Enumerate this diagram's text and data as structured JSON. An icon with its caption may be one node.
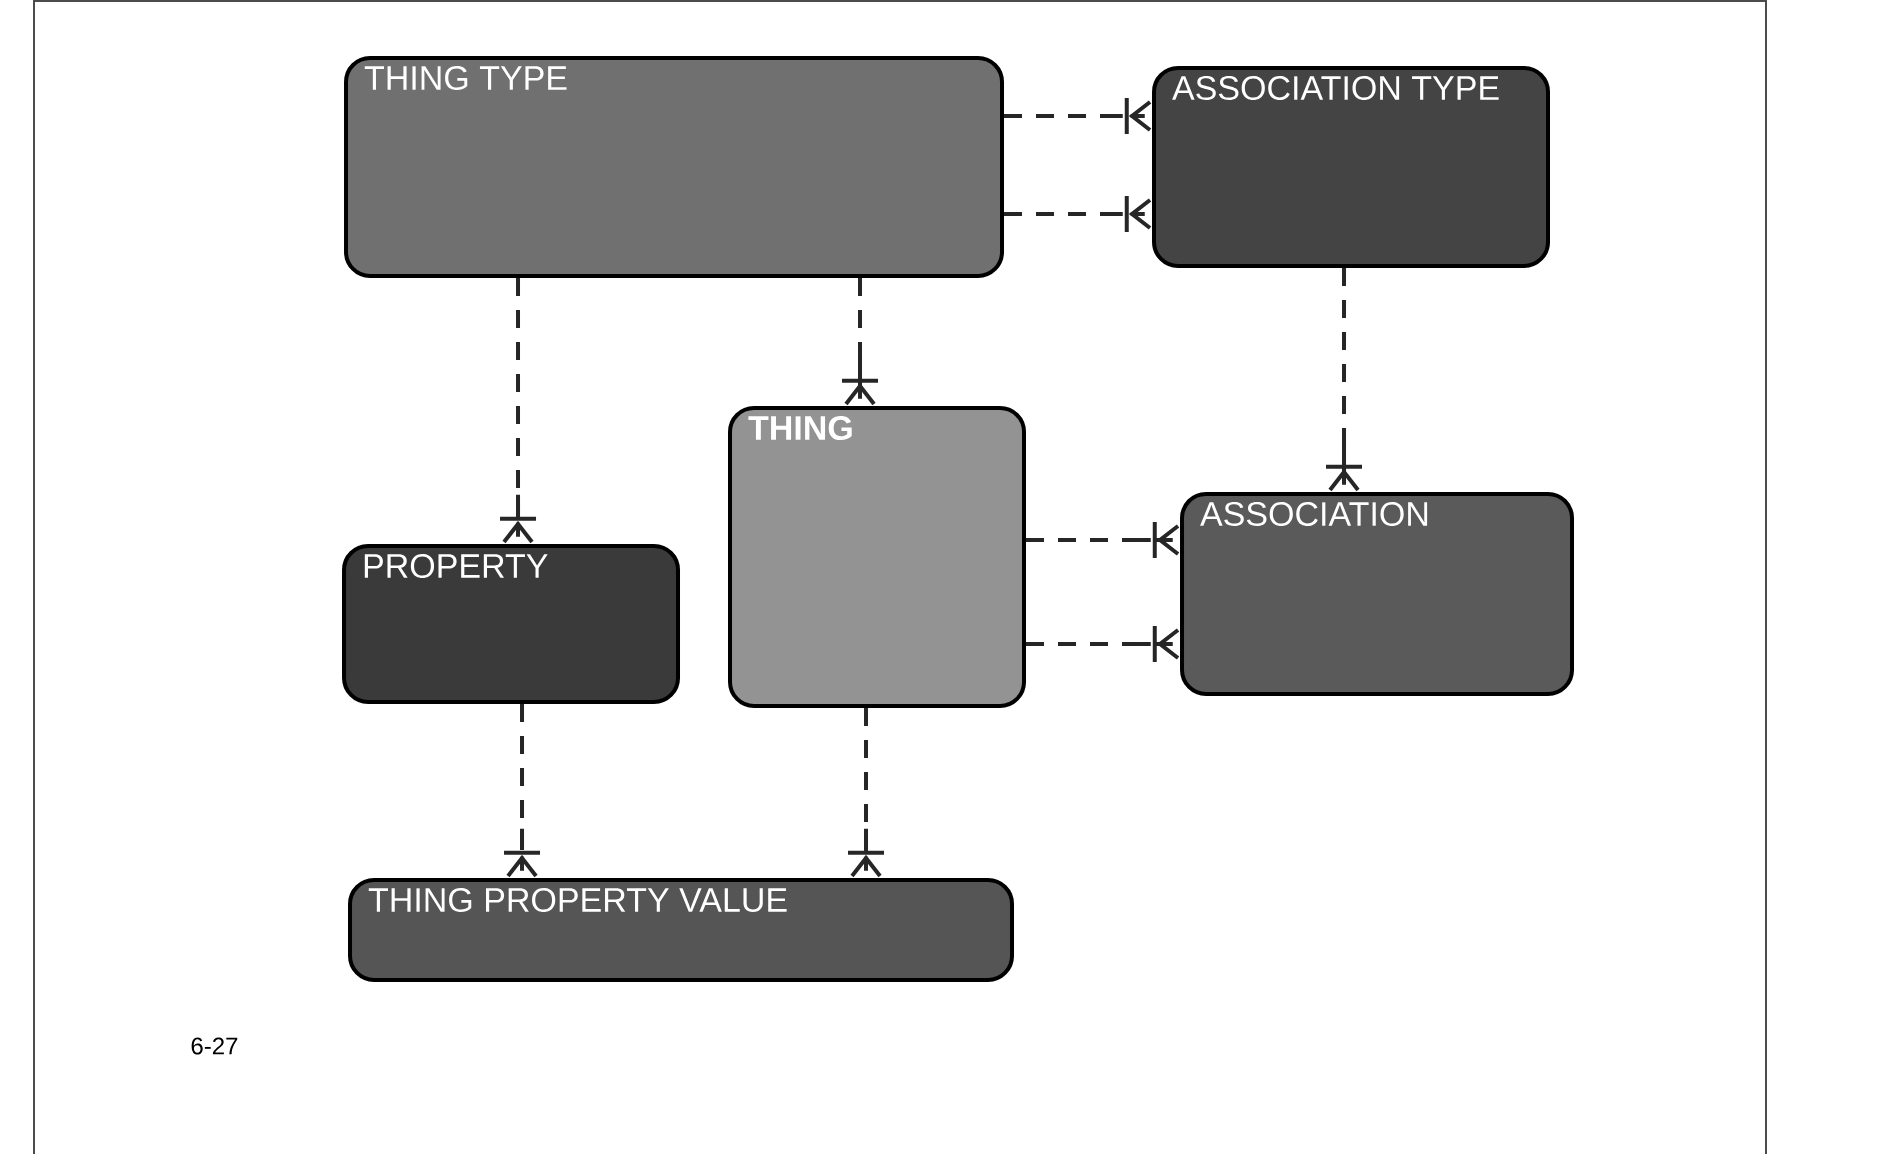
{
  "diagram": {
    "nodes": [
      {
        "text": [
          "THING TYPE"
        ]
      },
      {
        "text": [
          "ASSOCIATION TYPE"
        ]
      },
      {
        "text": [
          "THING"
        ]
      },
      {
        "text": [
          "PROPERTY"
        ]
      },
      {
        "text": [
          "ASSOCIATION"
        ]
      },
      {
        "text": [
          "THING PROPERTY VALUE"
        ]
      }
    ],
    "edges": [
      {
        "from": 0,
        "to": 1,
        "arrow": "other",
        "style": "dashed"
      },
      {
        "from": 0,
        "to": 1,
        "arrow": "other",
        "style": "dashed"
      },
      {
        "from": 0,
        "to": 3,
        "arrow": "other",
        "style": "dashed"
      },
      {
        "from": 0,
        "to": 2,
        "arrow": "other",
        "style": "dashed"
      },
      {
        "from": 1,
        "to": 4,
        "arrow": "other",
        "style": "dashed"
      },
      {
        "from": 2,
        "to": 4,
        "arrow": "other",
        "style": "dashed"
      },
      {
        "from": 2,
        "to": 4,
        "arrow": "other",
        "style": "dashed"
      },
      {
        "from": 3,
        "to": 5,
        "arrow": "other",
        "style": "dashed"
      },
      {
        "from": 2,
        "to": 5,
        "arrow": "other",
        "style": "dashed"
      }
    ],
    "labels": [
      "6-27"
    ]
  }
}
